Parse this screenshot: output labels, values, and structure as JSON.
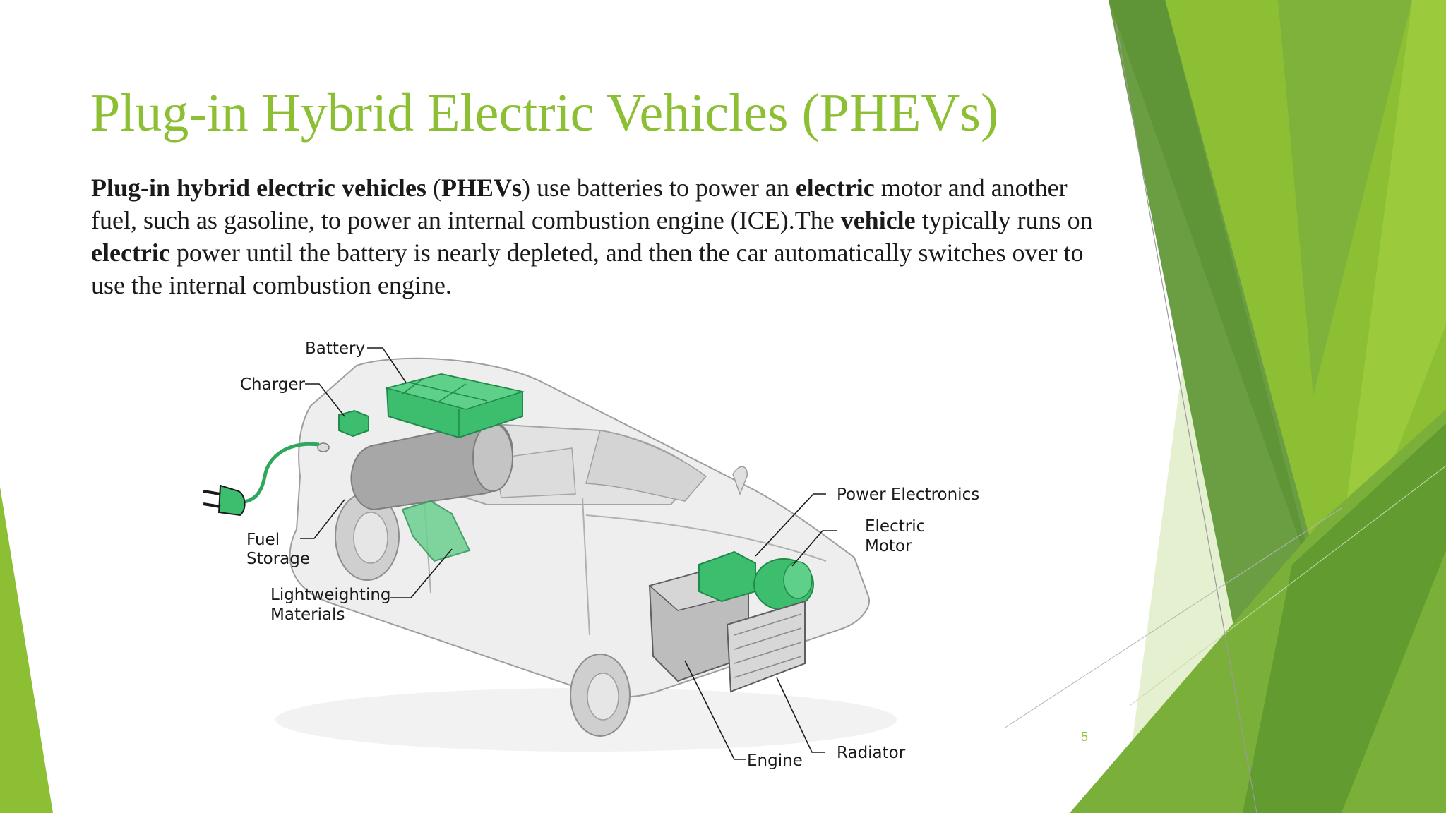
{
  "slide": {
    "title": "Plug-in Hybrid Electric Vehicles (PHEVs)",
    "paragraph": [
      {
        "text": "Plug-in hybrid electric vehicles",
        "bold": true
      },
      {
        "text": " (",
        "bold": false
      },
      {
        "text": "PHEVs",
        "bold": true
      },
      {
        "text": ") use batteries to power an ",
        "bold": false
      },
      {
        "text": "electric",
        "bold": true
      },
      {
        "text": " motor and another fuel, such as gasoline, to power an internal combustion engine (ICE).The ",
        "bold": false
      },
      {
        "text": "vehicle",
        "bold": true
      },
      {
        "text": " typically runs on ",
        "bold": false
      },
      {
        "text": "electric",
        "bold": true
      },
      {
        "text": " power until the battery is nearly depleted, and then the car automatically switches over to use the internal combustion engine.",
        "bold": false
      }
    ],
    "page_number": "5"
  },
  "diagram": {
    "labels": {
      "battery": "Battery",
      "charger": "Charger",
      "fuel_storage": [
        "Fuel",
        "Storage"
      ],
      "lightweighting": [
        "Lightweighting",
        "Materials"
      ],
      "power_electronics": "Power Electronics",
      "electric_motor": [
        "Electric",
        "Motor"
      ],
      "engine": "Engine",
      "radiator": "Radiator"
    },
    "colors": {
      "component_green": "#3dbd6e",
      "car_body": "#eeeeee"
    }
  },
  "theme": {
    "title_color": "#8dbf34",
    "accent_green": "#8dbf34",
    "dark_green": "#4f8a26"
  }
}
